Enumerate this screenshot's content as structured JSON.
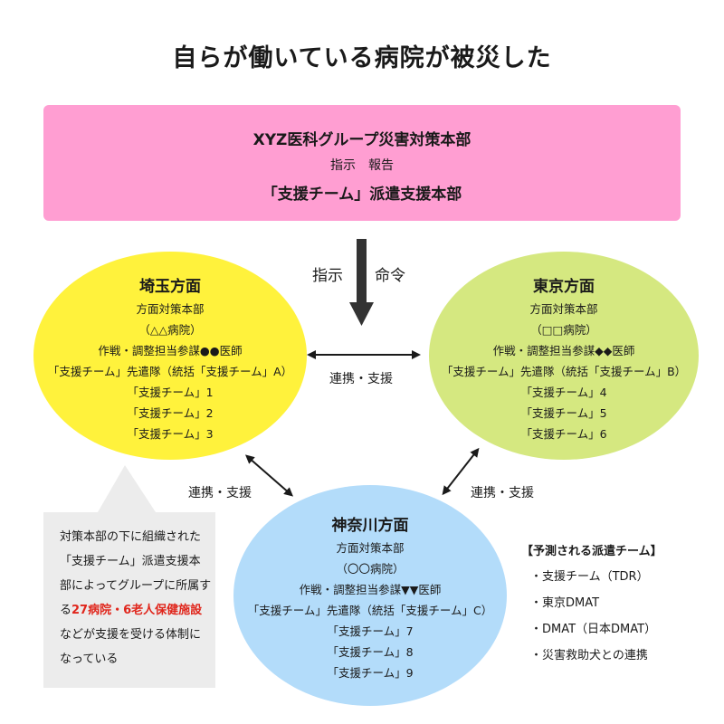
{
  "title": "自らが働いている病院が被災した",
  "hq": {
    "line1": "XYZ医科グループ災害対策本部",
    "line2": "指示　報告",
    "line3": "「支援チーム」派遣支援本部"
  },
  "command": {
    "left": "指示",
    "right": "命令"
  },
  "links": {
    "top": "連携・支援",
    "left": "連携・支援",
    "right": "連携・支援"
  },
  "regions": {
    "saitama": {
      "title": "埼玉方面",
      "lines": [
        "方面対策本部",
        "（△△病院）",
        "作戦・調整担当参謀●●医師",
        "「支援チーム」先遣隊（統括「支援チーム」A）",
        "「支援チーム」1",
        "「支援チーム」2",
        "「支援チーム」3"
      ]
    },
    "tokyo": {
      "title": "東京方面",
      "lines": [
        "方面対策本部",
        "（□□病院）",
        "作戦・調整担当参謀◆◆医師",
        "「支援チーム」先遣隊（統括「支援チーム」B）",
        "「支援チーム」4",
        "「支援チーム」5",
        "「支援チーム」6"
      ]
    },
    "kanagawa": {
      "title": "神奈川方面",
      "lines": [
        "方面対策本部",
        "（〇〇病院）",
        "作戦・調整担当参謀▼▼医師",
        "「支援チーム」先遣隊（統括「支援チーム」C）",
        "「支援チーム」7",
        "「支援チーム」8",
        "「支援チーム」9"
      ]
    }
  },
  "callout": {
    "before": "対策本部の下に組織された「支援チーム」派遣支援本部によってグループに所属する",
    "highlight": "27病院・6老人保健施設",
    "after": "などが支援を受ける体制になっている"
  },
  "teams": {
    "title": "【予測される派遣チーム】",
    "items": [
      "・支援チーム（TDR）",
      "・東京DMAT",
      "・DMAT（日本DMAT）",
      "・災害救助犬との連携"
    ]
  },
  "colors": {
    "hq": "#ff9ed2",
    "saitama": "#fff23c",
    "tokyo": "#d5e880",
    "kanagawa": "#b3dcfa",
    "highlight": "#e0261c",
    "callout": "#ececec"
  }
}
